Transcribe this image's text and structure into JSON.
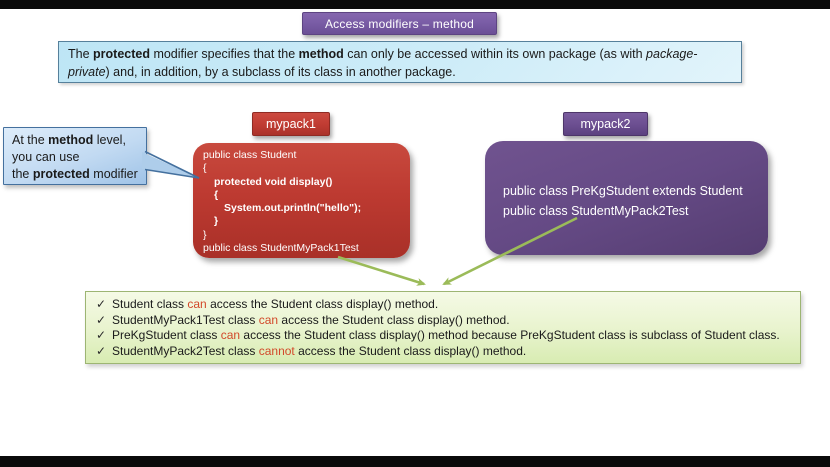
{
  "title": {
    "label": "Access modifiers – method"
  },
  "info_box": {
    "part1": "The ",
    "bold1": "protected",
    "part2": " modifier specifies that the ",
    "bold2": "method",
    "part3": " can only be accessed within its own package (as with ",
    "italic1": "package-private",
    "part4": ") and, in addition, by a subclass of its class in another package."
  },
  "callout": {
    "line1_pre": "At the ",
    "line1_bold": "method",
    "line1_post": " level,",
    "line2": "you can use",
    "line3_pre": "the ",
    "line3_bold": "protected",
    "line3_post": " modifier"
  },
  "mypack1": {
    "label": "mypack1",
    "code_lines": [
      "public class Student",
      "{",
      "protected void display()",
      "{",
      "System.out.println(\"hello\");",
      "}",
      "}",
      "public class StudentMyPack1Test"
    ]
  },
  "mypack2": {
    "label": "mypack2",
    "lines": [
      "public class PreKgStudent extends Student",
      "public class StudentMyPack2Test"
    ]
  },
  "results": {
    "check_icon": "✓",
    "items": [
      {
        "before": "Student class ",
        "keyword": "can",
        "after": " access the Student class display() method."
      },
      {
        "before": "StudentMyPack1Test class ",
        "keyword": "can",
        "after": " access the Student class display() method."
      },
      {
        "before": "PreKgStudent class ",
        "keyword": "can",
        "after": " access the Student class display() method because PreKgStudent class is subclass of Student class."
      },
      {
        "before": "StudentMyPack2Test class ",
        "keyword": "cannot",
        "after": " access the Student class display() method."
      }
    ]
  },
  "colors": {
    "title_purple": "#7a5da6",
    "box_red": "#bd3a31",
    "box_purple": "#654a85",
    "label_red": "#bf3b32",
    "label_purple": "#6b4e90",
    "info_cyan": "#c9eaf7",
    "callout_blue": "#b9d4ee",
    "results_green": "#e2f0c2",
    "arrow_green": "#9bbb59",
    "keyword_red": "#d2492a",
    "letterbox_black": "#0a0a0a"
  }
}
